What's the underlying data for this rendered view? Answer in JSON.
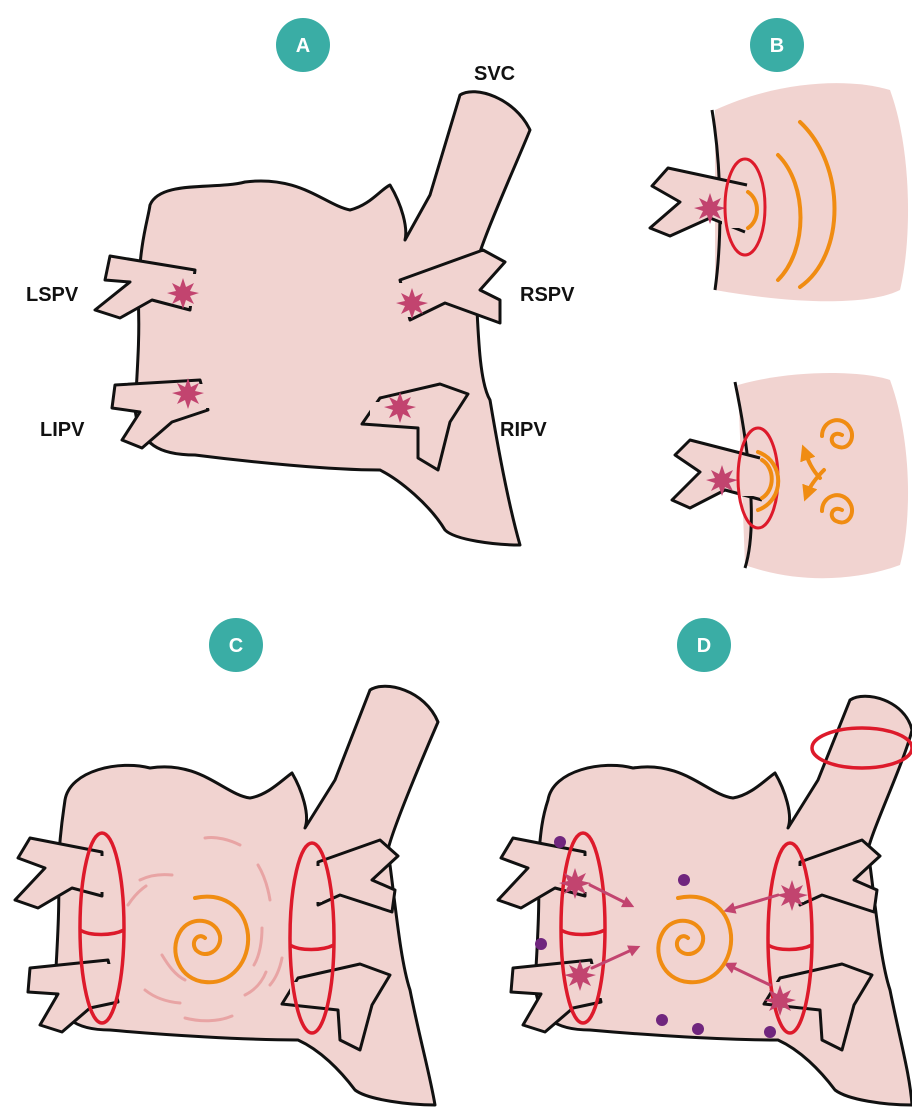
{
  "panels": {
    "a": {
      "badge": "A"
    },
    "b": {
      "badge": "B"
    },
    "c": {
      "badge": "C"
    },
    "d": {
      "badge": "D"
    }
  },
  "labels": {
    "svc": "SVC",
    "lspv": "LSPV",
    "rspv": "RSPV",
    "lipv": "LIPV",
    "ripv": "RIPV"
  },
  "colors": {
    "atrium_fill": "#f1d3d0",
    "outline": "#111111",
    "badge": "#3aada5",
    "focus": "#c2446f",
    "isolation_ring": "#dd1a2b",
    "wavefront": "#f08c12",
    "wavelet": "#e8a4a4",
    "ganglionated_plexi": "#70267e"
  },
  "icons": [
    "ectopic-focus-icon",
    "isolation-ring-icon",
    "rotor-spiral-icon",
    "ganglionated-plexus-dot-icon"
  ]
}
